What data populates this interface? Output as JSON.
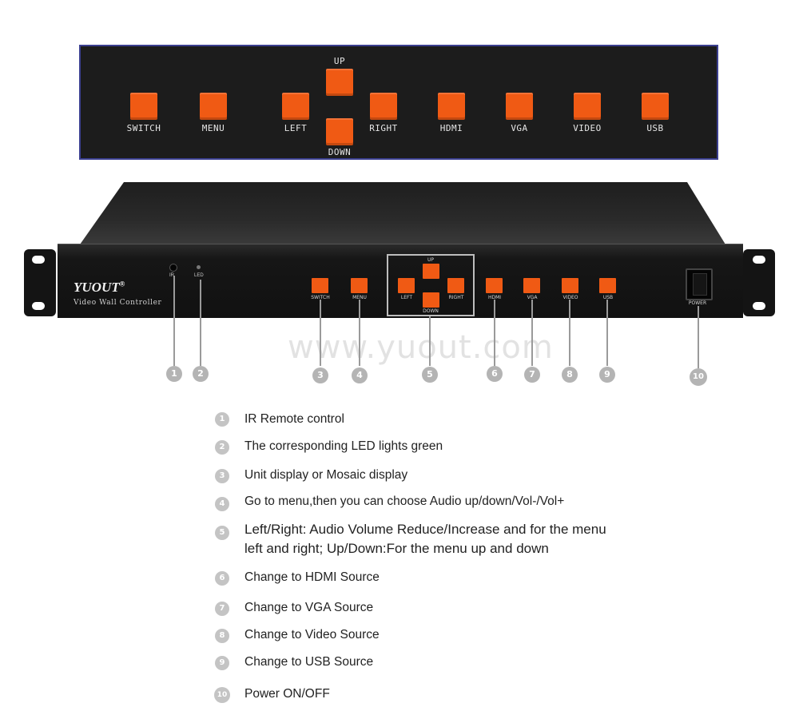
{
  "panel": {
    "buttons": [
      {
        "id": "switch",
        "label": "SWITCH"
      },
      {
        "id": "menu",
        "label": "MENU"
      },
      {
        "id": "left",
        "label": "LEFT"
      },
      {
        "id": "up",
        "label": "UP"
      },
      {
        "id": "down",
        "label": "DOWN"
      },
      {
        "id": "right",
        "label": "RIGHT"
      },
      {
        "id": "hdmi",
        "label": "HDMI"
      },
      {
        "id": "vga",
        "label": "VGA"
      },
      {
        "id": "video",
        "label": "VIDEO"
      },
      {
        "id": "usb",
        "label": "USB"
      }
    ]
  },
  "device": {
    "brand": "YUOUT",
    "brand_mark": "®",
    "model": "Video Wall Controller",
    "ir_label": "IR",
    "led_label": "LED",
    "front_labels": {
      "switch": "SWITCH",
      "menu": "MENU",
      "up": "UP",
      "left": "LEFT",
      "right": "RIGHT",
      "down": "DOWN",
      "hdmi": "HDMI",
      "vga": "VGA",
      "video": "VIDEO",
      "usb": "USB",
      "power": "POWER"
    }
  },
  "watermark": "www.yuout.com",
  "callouts": [
    "1",
    "2",
    "3",
    "4",
    "5",
    "6",
    "7",
    "8",
    "9",
    "10"
  ],
  "legend": [
    {
      "num": "1",
      "text": "IR Remote control"
    },
    {
      "num": "2",
      "text": "The corresponding LED lights green"
    },
    {
      "num": "3",
      "text": "Unit display or Mosaic display"
    },
    {
      "num": "4",
      "text": "Go to menu,then you can choose Audio up/down/Vol-/Vol+"
    },
    {
      "num": "5",
      "text": "Left/Right: Audio Volume Reduce/Increase and for the menu",
      "text2": "left and right; Up/Down:For the menu up and down"
    },
    {
      "num": "6",
      "text": "Change to HDMI Source"
    },
    {
      "num": "7",
      "text": "Change to VGA Source"
    },
    {
      "num": "8",
      "text": "Change to Video Source"
    },
    {
      "num": "9",
      "text": "Change to USB Source"
    },
    {
      "num": "10",
      "text": "Power ON/OFF"
    }
  ],
  "colors": {
    "button": "#f05a14",
    "panel_bg": "#1c1c1c",
    "panel_border": "#3b3f8f",
    "callout": "#b4b4b4"
  }
}
